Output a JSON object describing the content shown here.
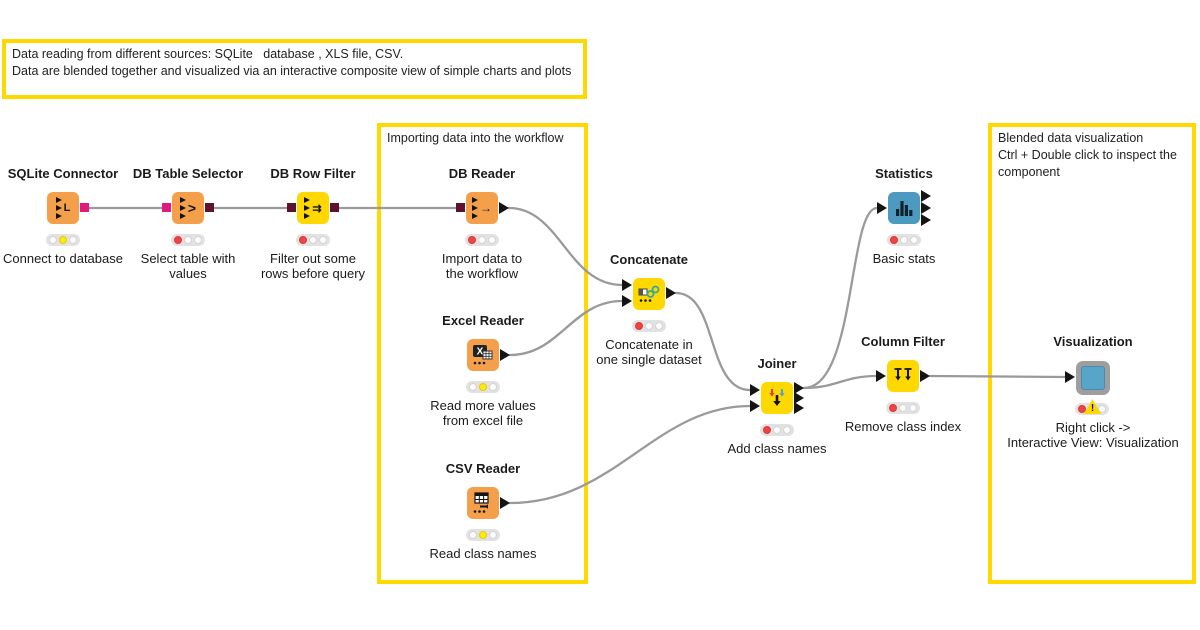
{
  "workflow": {
    "annotation_top": "Data reading from different sources: SQLite   database , XLS file, CSV.\nData are blended together and visualized via an interactive composite view of simple charts and plots",
    "importing_title": "Importing data into the workflow",
    "blended_title": "Blended data visualization\nCtrl + Double click to inspect the\ncomponent"
  },
  "nodes": [
    {
      "id": "sqlite-connector",
      "title": "SQLite Connector",
      "comment": "Connect to database",
      "status": "configured",
      "color": "orange",
      "icon": "db-sqlite-icon"
    },
    {
      "id": "db-table-selector",
      "title": "DB Table Selector",
      "comment": "Select table with\nvalues",
      "status": "idle",
      "color": "orange",
      "icon": "db-table-selector-icon"
    },
    {
      "id": "db-row-filter",
      "title": "DB Row Filter",
      "comment": "Filter out some\nrows before query",
      "status": "idle",
      "color": "yellow",
      "icon": "db-row-filter-icon"
    },
    {
      "id": "db-reader",
      "title": "DB Reader",
      "comment": "Import data to\nthe workflow",
      "status": "idle",
      "color": "orange",
      "icon": "db-reader-icon"
    },
    {
      "id": "excel-reader",
      "title": "Excel Reader",
      "comment": "Read more values\nfrom excel file",
      "status": "configured",
      "color": "orange",
      "icon": "excel-icon"
    },
    {
      "id": "csv-reader",
      "title": "CSV Reader",
      "comment": "Read class names",
      "status": "configured",
      "color": "orange",
      "icon": "csv-table-icon"
    },
    {
      "id": "concatenate",
      "title": "Concatenate",
      "comment": "Concatenate in\none single dataset",
      "status": "idle",
      "color": "yellow",
      "icon": "concatenate-chain-icon"
    },
    {
      "id": "joiner",
      "title": "Joiner",
      "comment": "Add class names",
      "status": "idle",
      "color": "yellow",
      "icon": "joiner-arrows-icon"
    },
    {
      "id": "statistics",
      "title": "Statistics",
      "comment": "Basic stats",
      "status": "idle",
      "color": "blue",
      "icon": "histogram-icon"
    },
    {
      "id": "column-filter",
      "title": "Column Filter",
      "comment": "Remove class index",
      "status": "idle",
      "color": "yellow",
      "icon": "column-filter-arrows-icon"
    },
    {
      "id": "visualization",
      "title": "Visualization",
      "comment": "Right click ->\nInteractive View: Visualization",
      "status": "warning",
      "color": "component-blue",
      "icon": "component-icon"
    }
  ],
  "connections": [
    {
      "from": "SQLite Connector",
      "to": "DB Table Selector"
    },
    {
      "from": "DB Table Selector",
      "to": "DB Row Filter"
    },
    {
      "from": "DB Row Filter",
      "to": "DB Reader"
    },
    {
      "from": "DB Reader",
      "to": "Concatenate"
    },
    {
      "from": "Excel Reader",
      "to": "Concatenate"
    },
    {
      "from": "Concatenate",
      "to": "Joiner"
    },
    {
      "from": "CSV Reader",
      "to": "Joiner"
    },
    {
      "from": "Joiner",
      "to": "Statistics"
    },
    {
      "from": "Joiner",
      "to": "Column Filter"
    },
    {
      "from": "Column Filter",
      "to": "Visualization"
    }
  ],
  "palette": {
    "annotation_border": "#FFD800",
    "node_orange": "#F4A04B",
    "node_yellow": "#FFD800",
    "node_blue": "#4D9AC1",
    "component_inner_blue": "#57A5C9",
    "component_frame_grey": "#9E9E9E",
    "db_connection_port_pink": "#E0197D",
    "db_data_port_maroon": "#5E1232",
    "data_port_black": "#141414",
    "wire_grey": "#9A9A9A",
    "light_red": "#EF4444",
    "light_yellow": "#FFE912"
  }
}
